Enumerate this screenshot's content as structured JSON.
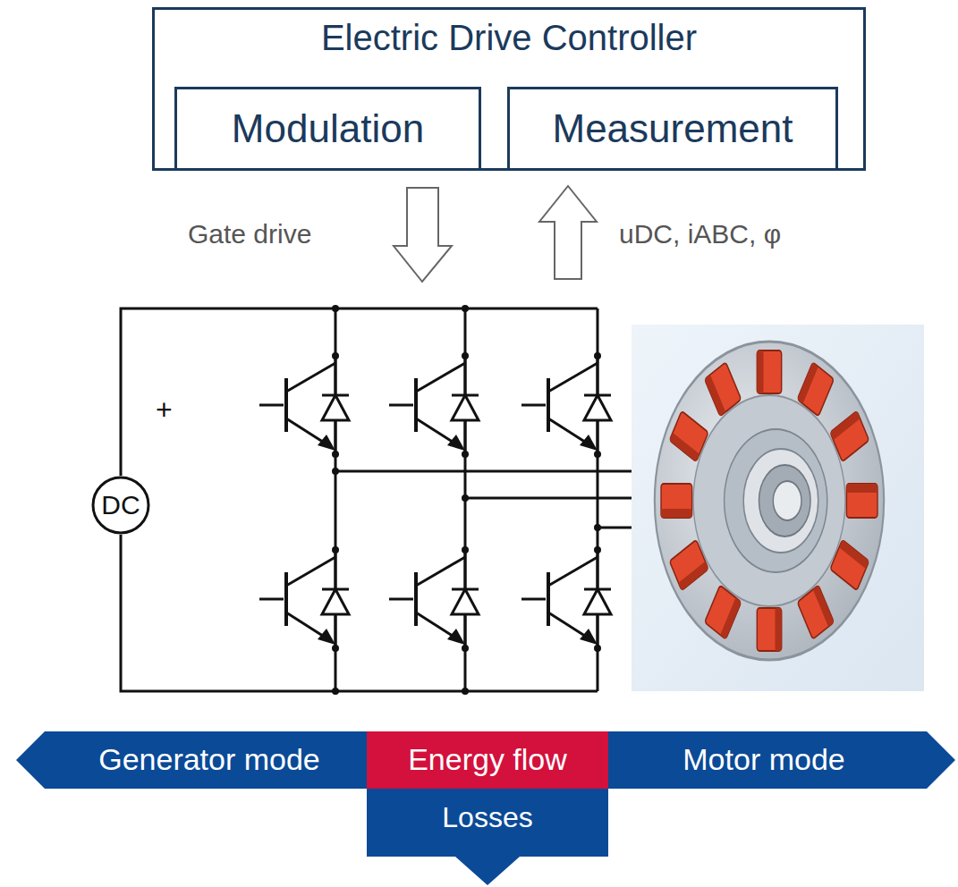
{
  "diagram": {
    "nodes": [
      {
        "text": [
          "Electric Drive Controller"
        ]
      },
      {
        "text": [
          "Modulation"
        ],
        "in": 0
      },
      {
        "text": [
          "Measurement"
        ],
        "in": 0
      },
      {
        "text": [
          "DC"
        ]
      },
      {
        "text": [
          "Generator mode"
        ]
      },
      {
        "text": [
          "Energy flow"
        ]
      },
      {
        "text": [
          "Motor mode"
        ]
      },
      {
        "text": [
          "Losses"
        ]
      }
    ],
    "labels": [
      "Gate drive",
      "uDC, iABC, φ",
      "+"
    ]
  }
}
